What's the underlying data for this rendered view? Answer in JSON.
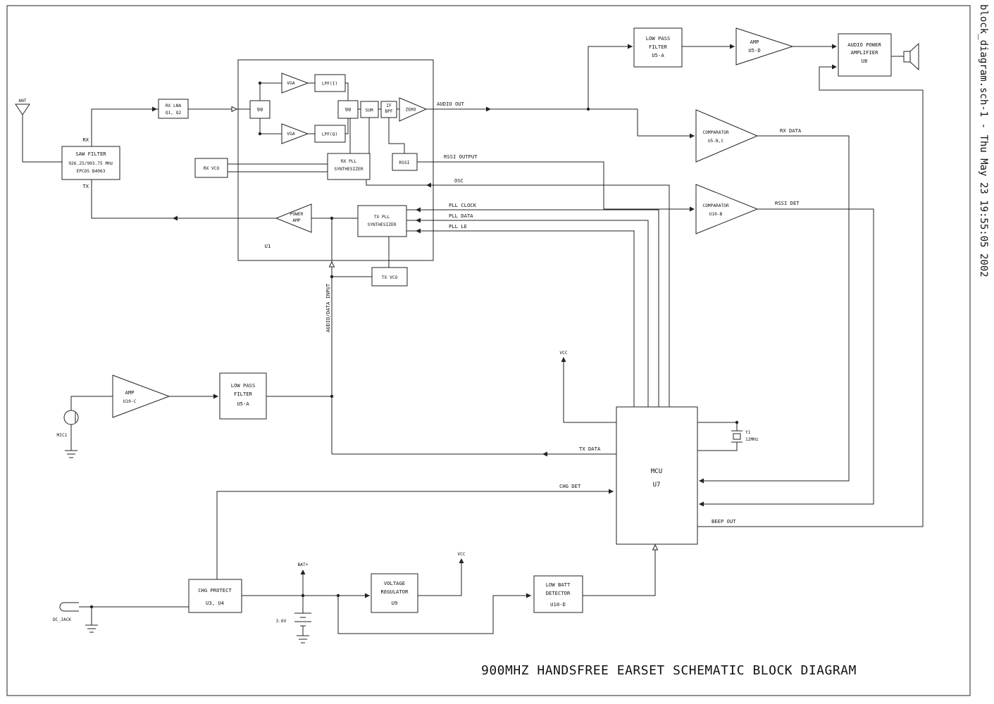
{
  "page": {
    "title": "900MHZ HANDSFREE EARSET SCHEMATIC BLOCK DIAGRAM",
    "plot_stamp": "block_diagram.sch-1 - Thu May 23 19:55:05 2002"
  },
  "blocks": {
    "saw_filter": {
      "l1": "SAW FILTER",
      "l2": "926.25/903.75 MHz",
      "l3": "EPCOS B4063"
    },
    "rx_lna": {
      "l1": "RX LNA",
      "l2": "Q1, Q2"
    },
    "u1": "U1",
    "phase90": "90",
    "vga": "VGA",
    "lpf_i": "LPF(I)",
    "lpf_q": "LPF(Q)",
    "sum": "SUM",
    "if_bpf": {
      "l1": "IF",
      "l2": "BPF"
    },
    "zero": "ZERO",
    "rx_pll": {
      "l1": "RX PLL",
      "l2": "SYNTHESIZER"
    },
    "rssi": "RSSI",
    "rx_vco": "RX VCO",
    "power_amp": {
      "l1": "POWER",
      "l2": "AMP"
    },
    "tx_pll": {
      "l1": "TX PLL",
      "l2": "SYNTHESIZER"
    },
    "tx_vco": "TX VCO",
    "lpf_top": {
      "l1": "LOW PASS",
      "l2": "FILTER",
      "l3": "U5-A"
    },
    "amp_u5d": {
      "l1": "AMP",
      "l2": "U5-D"
    },
    "audio_power_amp": {
      "l1": "AUDIO POWER",
      "l2": "AMPLIFIER",
      "l3": "U8"
    },
    "comparator_u5bc": {
      "l1": "COMPARATOR",
      "l2": "U5-B,C"
    },
    "comparator_u10b": {
      "l1": "COMPARATOR",
      "l2": "U10-B"
    },
    "amp_u10c": {
      "l1": "AMP",
      "l2": "U10-C"
    },
    "lpf_mid": {
      "l1": "LOW PASS",
      "l2": "FILTER",
      "l3": "U5-A"
    },
    "mcu": {
      "l1": "MCU",
      "l2": "U7"
    },
    "chg_protect": {
      "l1": "CHG PROTECT",
      "l2": "U3, U4"
    },
    "voltage_regulator": {
      "l1": "VOLTAGE",
      "l2": "REGULATOR",
      "l3": "U9"
    },
    "low_batt_detector": {
      "l1": "LOW BATT",
      "l2": "DETECTOR",
      "l3": "U10-D"
    }
  },
  "signals": {
    "audio_out": "AUDIO OUT",
    "rssi_output": "RSSI OUTPUT",
    "osc": "OSC",
    "pll_clock": "PLL CLOCK",
    "pll_data": "PLL DATA",
    "pll_le": "PLL LE",
    "rx_data": "RX DATA",
    "rssi_det": "RSSI DET",
    "audio_data_input": "AUDIO/DATA INPUT",
    "tx_data": "TX DATA",
    "chg_det": "CHG DET",
    "beep_out": "BEEP OUT",
    "rx": "RX",
    "tx": "TX"
  },
  "parts": {
    "ant": "ANT",
    "mic": "MIC1",
    "dc_jack": "DC_JACK",
    "battery_voltage": "3.6V",
    "bat_plus": "BAT+",
    "vcc": "VCC",
    "crystal_ref": "Y1",
    "crystal_freq": "12MHz"
  },
  "colors": {
    "line": "#222222",
    "background": "#ffffff"
  }
}
